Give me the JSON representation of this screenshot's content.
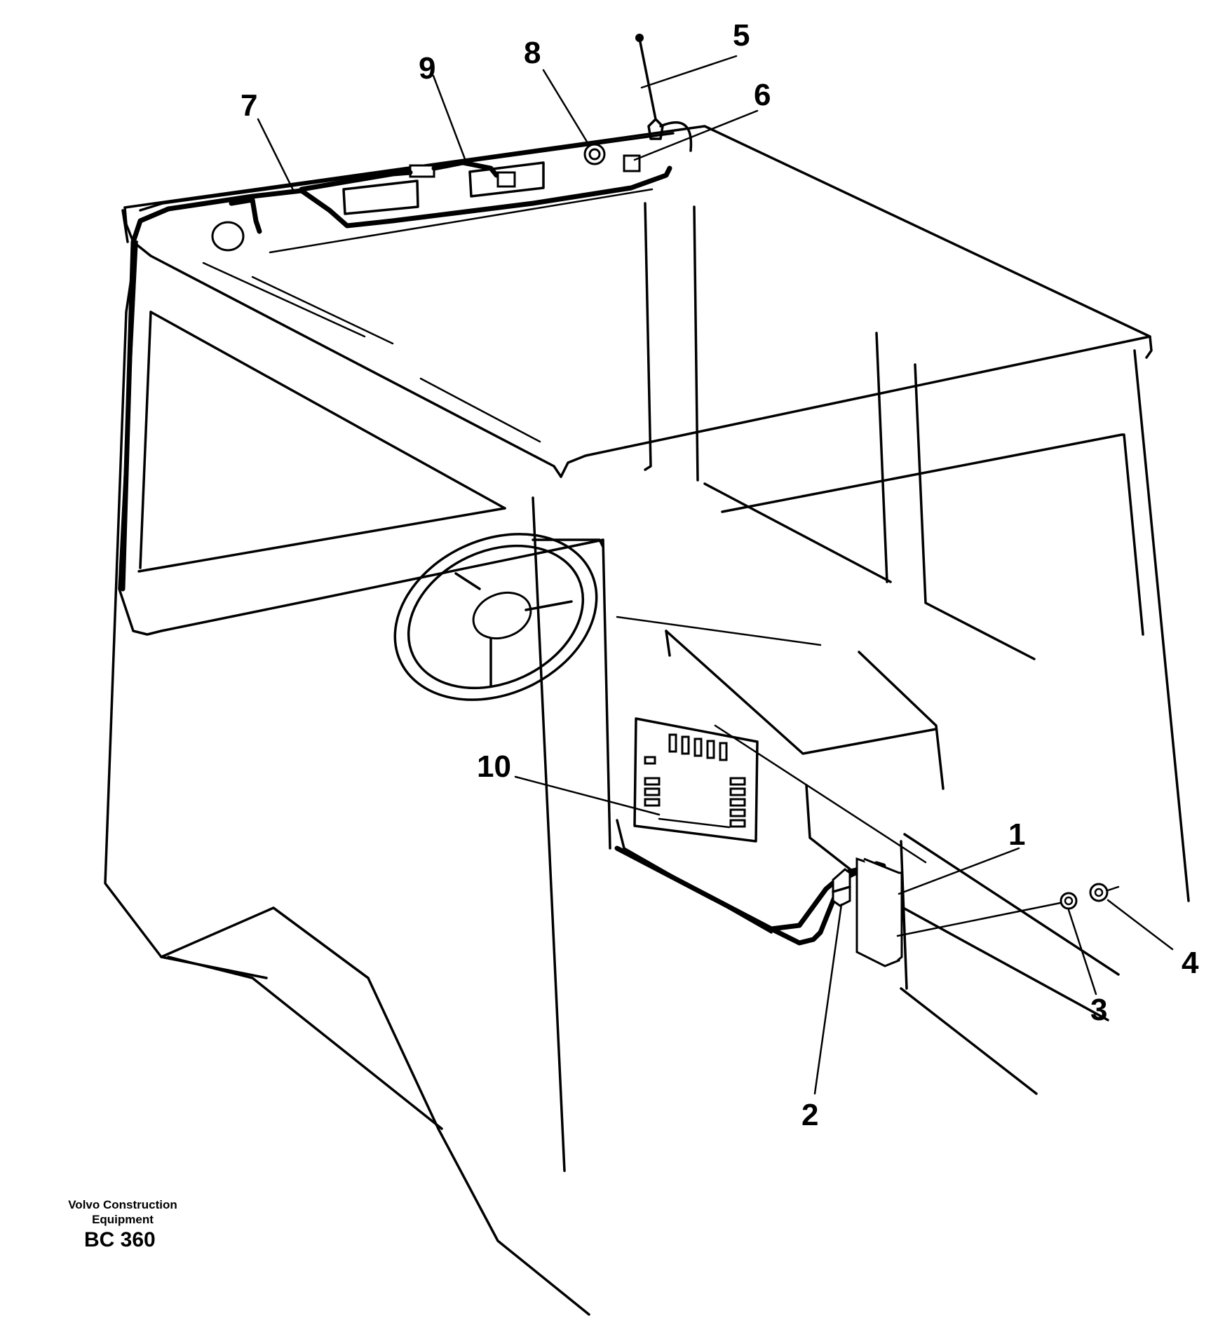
{
  "callouts": [
    {
      "label": "1",
      "part": "control-unit"
    },
    {
      "label": "2",
      "part": "connector"
    },
    {
      "label": "3",
      "part": "screw"
    },
    {
      "label": "4",
      "part": "nut"
    },
    {
      "label": "5",
      "part": "antenna"
    },
    {
      "label": "6",
      "part": "antenna-connector"
    },
    {
      "label": "7",
      "part": "cable-harness"
    },
    {
      "label": "8",
      "part": "grommet"
    },
    {
      "label": "9",
      "part": "connector-block"
    },
    {
      "label": "10",
      "part": "fuse-box"
    }
  ],
  "footer": {
    "brand_line1": "Volvo Construction",
    "brand_line2": "Equipment",
    "code": "BC 360"
  }
}
